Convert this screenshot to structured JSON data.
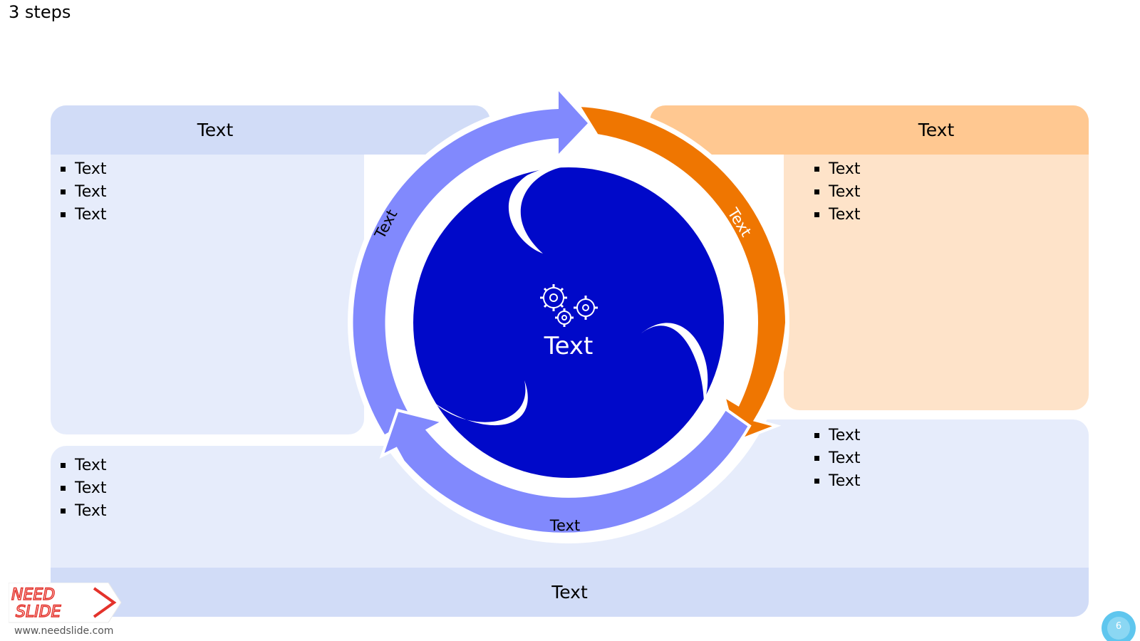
{
  "slide": {
    "title": "3 steps"
  },
  "panels": {
    "top_left": {
      "header": "Text",
      "bullets": [
        "Text",
        "Text",
        "Text"
      ]
    },
    "top_right": {
      "header": "Text",
      "bullets": [
        "Text",
        "Text",
        "Text"
      ]
    },
    "bottom_left": {
      "bullets": [
        "Text",
        "Text",
        "Text"
      ]
    },
    "bottom_right": {
      "bullets": [
        "Text",
        "Text",
        "Text"
      ]
    },
    "footer": "Text"
  },
  "cycle": {
    "center_label": "Text",
    "arc_labels": {
      "left": "Text",
      "right": "Text",
      "bottom": "Text"
    },
    "center_icon": "gears-icon"
  },
  "colors": {
    "periwinkle": "#8189fd",
    "orange": "#ef7601",
    "navy": "#0009c9",
    "blue_panel": "#e6ecfb",
    "blue_header": "#d1dcf7",
    "orange_panel": "#fee3c9",
    "orange_header": "#ffc891"
  },
  "branding": {
    "logo_line1": "NEED",
    "logo_line2": "SLIDE",
    "url": "www.needslide.com",
    "page_number": "6"
  }
}
